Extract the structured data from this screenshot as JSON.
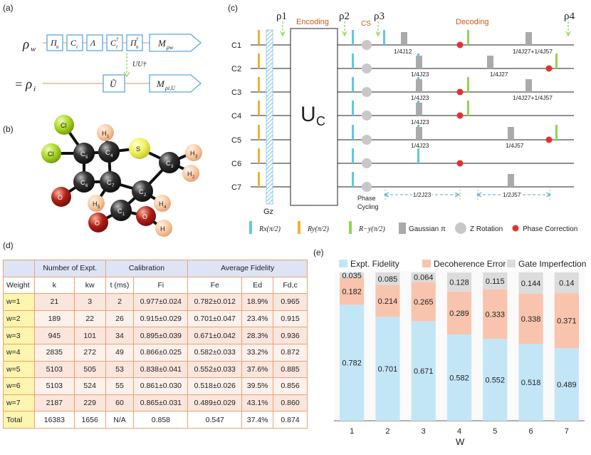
{
  "panel_labels": {
    "a": "(a)",
    "b": "(b)",
    "c": "(c)",
    "d": "(d)",
    "e": "(e)"
  },
  "panel_a": {
    "rho_w": "ρ",
    "rho_w_sub": "w",
    "eq": "=",
    "rho_i": "ρ",
    "rho_i_sub": "i",
    "top_boxes": [
      "Π",
      "C",
      "Λ",
      "C",
      "Π"
    ],
    "top_box_subs": [
      "n",
      "i",
      "",
      "i",
      "n"
    ],
    "top_box_sups": [
      "",
      "",
      "",
      "†",
      "†"
    ],
    "m_top": "M",
    "m_top_sub": "ρw",
    "uu_label": "UU†",
    "u_tilde": "Ũ",
    "m_bottom": "M",
    "m_bottom_sub": "ρi,U"
  },
  "panel_b": {
    "atoms": [
      {
        "label": "Cl"
      },
      {
        "label": "Cl"
      },
      {
        "label": "C5"
      },
      {
        "label": "C4"
      },
      {
        "label": "H1"
      },
      {
        "label": "S"
      },
      {
        "label": "C3"
      },
      {
        "label": "H3"
      },
      {
        "label": "H2"
      },
      {
        "label": "C6"
      },
      {
        "label": "C7"
      },
      {
        "label": "O"
      },
      {
        "label": "C2"
      },
      {
        "label": "C1"
      },
      {
        "label": "H5"
      },
      {
        "label": "H4"
      },
      {
        "label": "O"
      },
      {
        "label": "O"
      },
      {
        "label": "H"
      }
    ]
  },
  "panel_c": {
    "rho_labels": [
      "ρ1",
      "ρ2",
      "ρ3",
      "ρ4"
    ],
    "encoding": "Encoding",
    "decoding": "Decoding",
    "cs": "CS",
    "uc": "U",
    "uc_sub": "C",
    "gz": "Gz",
    "phase_cycling": [
      "Phase",
      "Cycling"
    ],
    "channels": [
      "C1",
      "C2",
      "C3",
      "C4",
      "C5",
      "C6",
      "C7"
    ],
    "annotations": [
      "1/4J12",
      "1/4J27+1/4J57",
      "1/4J23",
      "1/4J27",
      "1/4J23",
      "1/4J27+1/4J57",
      "1/4J23",
      "1/4J23",
      "1/4J57",
      "1/2J23",
      "1/2J57"
    ],
    "legend": [
      {
        "label": "Rx(π/2)",
        "color": "#5ec8e8"
      },
      {
        "label": "Ry(π/2)",
        "color": "#f0b030"
      },
      {
        "label": "R−y(π/2)",
        "color": "#8cd850"
      },
      {
        "label": "Gaussian π",
        "color": "#aaaaaa"
      },
      {
        "label": "Z Rotation",
        "color": "#c8c8c8"
      },
      {
        "label": "Phase   Correction",
        "color": "#e53030"
      }
    ]
  },
  "table": {
    "group_headers": [
      "Number of Expt.",
      "Calibration",
      "Average Fidelity"
    ],
    "columns": [
      "Weight",
      "k",
      "kw",
      "t (ms)",
      "Fi",
      "Fe",
      "Ed",
      "Fd,c"
    ],
    "rows": [
      [
        "w=1",
        "21",
        "3",
        "2",
        "0.977±0.024",
        "0.782±0.012",
        "18.9%",
        "0.965"
      ],
      [
        "w=2",
        "189",
        "22",
        "26",
        "0.915±0.029",
        "0.701±0.047",
        "23.4%",
        "0.915"
      ],
      [
        "w=3",
        "945",
        "101",
        "34",
        "0.895±0.039",
        "0.671±0.042",
        "28.3%",
        "0.936"
      ],
      [
        "w=4",
        "2835",
        "272",
        "49",
        "0.866±0.025",
        "0.582±0.033",
        "33.2%",
        "0.872"
      ],
      [
        "w=5",
        "5103",
        "505",
        "53",
        "0.838±0.041",
        "0.552±0.033",
        "37.6%",
        "0.885"
      ],
      [
        "w=6",
        "5103",
        "524",
        "55",
        "0.861±0.030",
        "0.518±0.026",
        "39.5%",
        "0.856"
      ],
      [
        "w=7",
        "2187",
        "229",
        "60",
        "0.865±0.031",
        "0.489±0.029",
        "43.1%",
        "0.860"
      ],
      [
        "Total",
        "16383",
        "1656",
        "N/A",
        "0.858",
        "0.547",
        "37.4%",
        "0.874"
      ]
    ]
  },
  "chart_data": {
    "type": "bar",
    "stacked": true,
    "categories": [
      "1",
      "2",
      "3",
      "4",
      "5",
      "6",
      "7"
    ],
    "xlabel": "W",
    "ylabel": "",
    "ylim": [
      0,
      1
    ],
    "legend_position": "top",
    "series": [
      {
        "name": "Expt. Fidelity",
        "color": "#c3e6f7",
        "values": [
          0.782,
          0.701,
          0.671,
          0.582,
          0.552,
          0.518,
          0.489
        ]
      },
      {
        "name": "Decoherence Error",
        "color": "#f8c4ad",
        "values": [
          0.182,
          0.214,
          0.265,
          0.289,
          0.333,
          0.338,
          0.371
        ]
      },
      {
        "name": "Gate Imperfection",
        "color": "#dcdcdc",
        "values": [
          0.035,
          0.085,
          0.064,
          0.128,
          0.115,
          0.144,
          0.14
        ]
      }
    ]
  }
}
